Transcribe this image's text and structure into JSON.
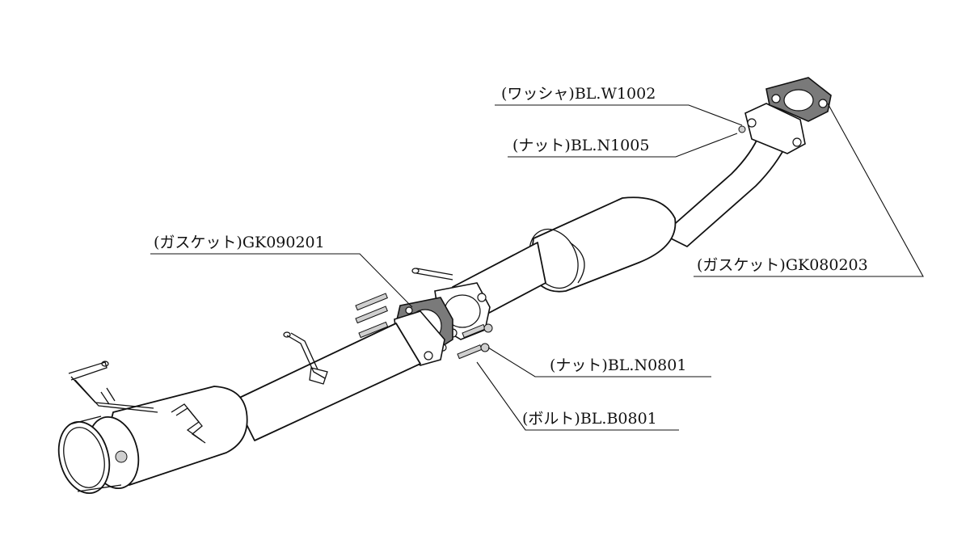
{
  "callouts": [
    {
      "id": "washer",
      "text": "(ワッシャ)BL.W1002"
    },
    {
      "id": "nut-front",
      "text": "(ナット)BL.N1005"
    },
    {
      "id": "gasket-front",
      "text": "(ガスケット)GK080203"
    },
    {
      "id": "gasket-mid",
      "text": "(ガスケット)GK090201"
    },
    {
      "id": "nut-mid",
      "text": "(ナット)BL.N0801"
    },
    {
      "id": "bolt-mid",
      "text": "(ボルト)BL.B0801"
    }
  ]
}
